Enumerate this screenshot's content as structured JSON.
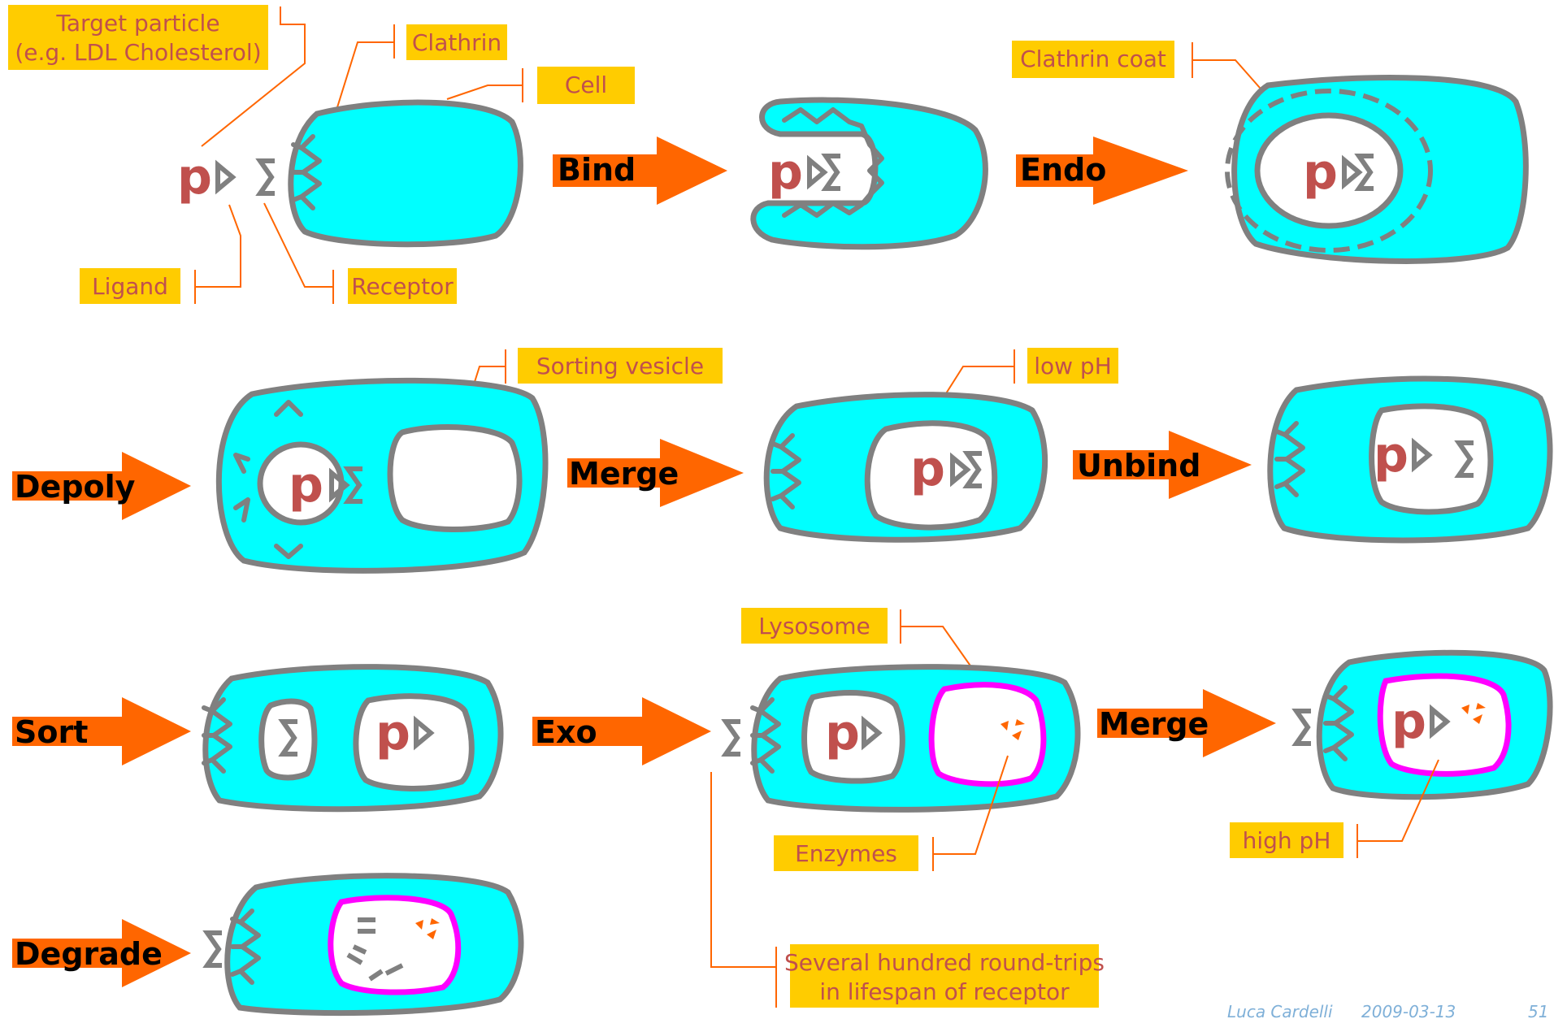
{
  "labels": {
    "target_particle_1": "Target particle",
    "target_particle_2": "(e.g. LDL Cholesterol)",
    "clathrin": "Clathrin",
    "cell": "Cell",
    "ligand": "Ligand",
    "receptor": "Receptor",
    "clathrin_coat": "Clathrin coat",
    "sorting_vesicle": "Sorting vesicle",
    "low_ph": "low pH",
    "lysosome": "Lysosome",
    "enzymes": "Enzymes",
    "high_ph": "high pH",
    "round_trips_1": "Several hundred round-trips",
    "round_trips_2": "in lifespan of receptor"
  },
  "steps": {
    "bind": "Bind",
    "endo": "Endo",
    "depoly": "Depoly",
    "merge": "Merge",
    "unbind": "Unbind",
    "sort": "Sort",
    "exo": "Exo",
    "merge2": "Merge",
    "degrade": "Degrade"
  },
  "particle": "p",
  "footer": {
    "author": "Luca Cardelli",
    "date": "2009-03-13",
    "page": "51"
  },
  "colors": {
    "cytoplasm": "#00FFFF",
    "membrane": "#808080",
    "lysosome_membrane": "#FF00FF",
    "arrow": "#FF6600",
    "label_box": "#FFCC00",
    "label_text": "#C0504D"
  }
}
